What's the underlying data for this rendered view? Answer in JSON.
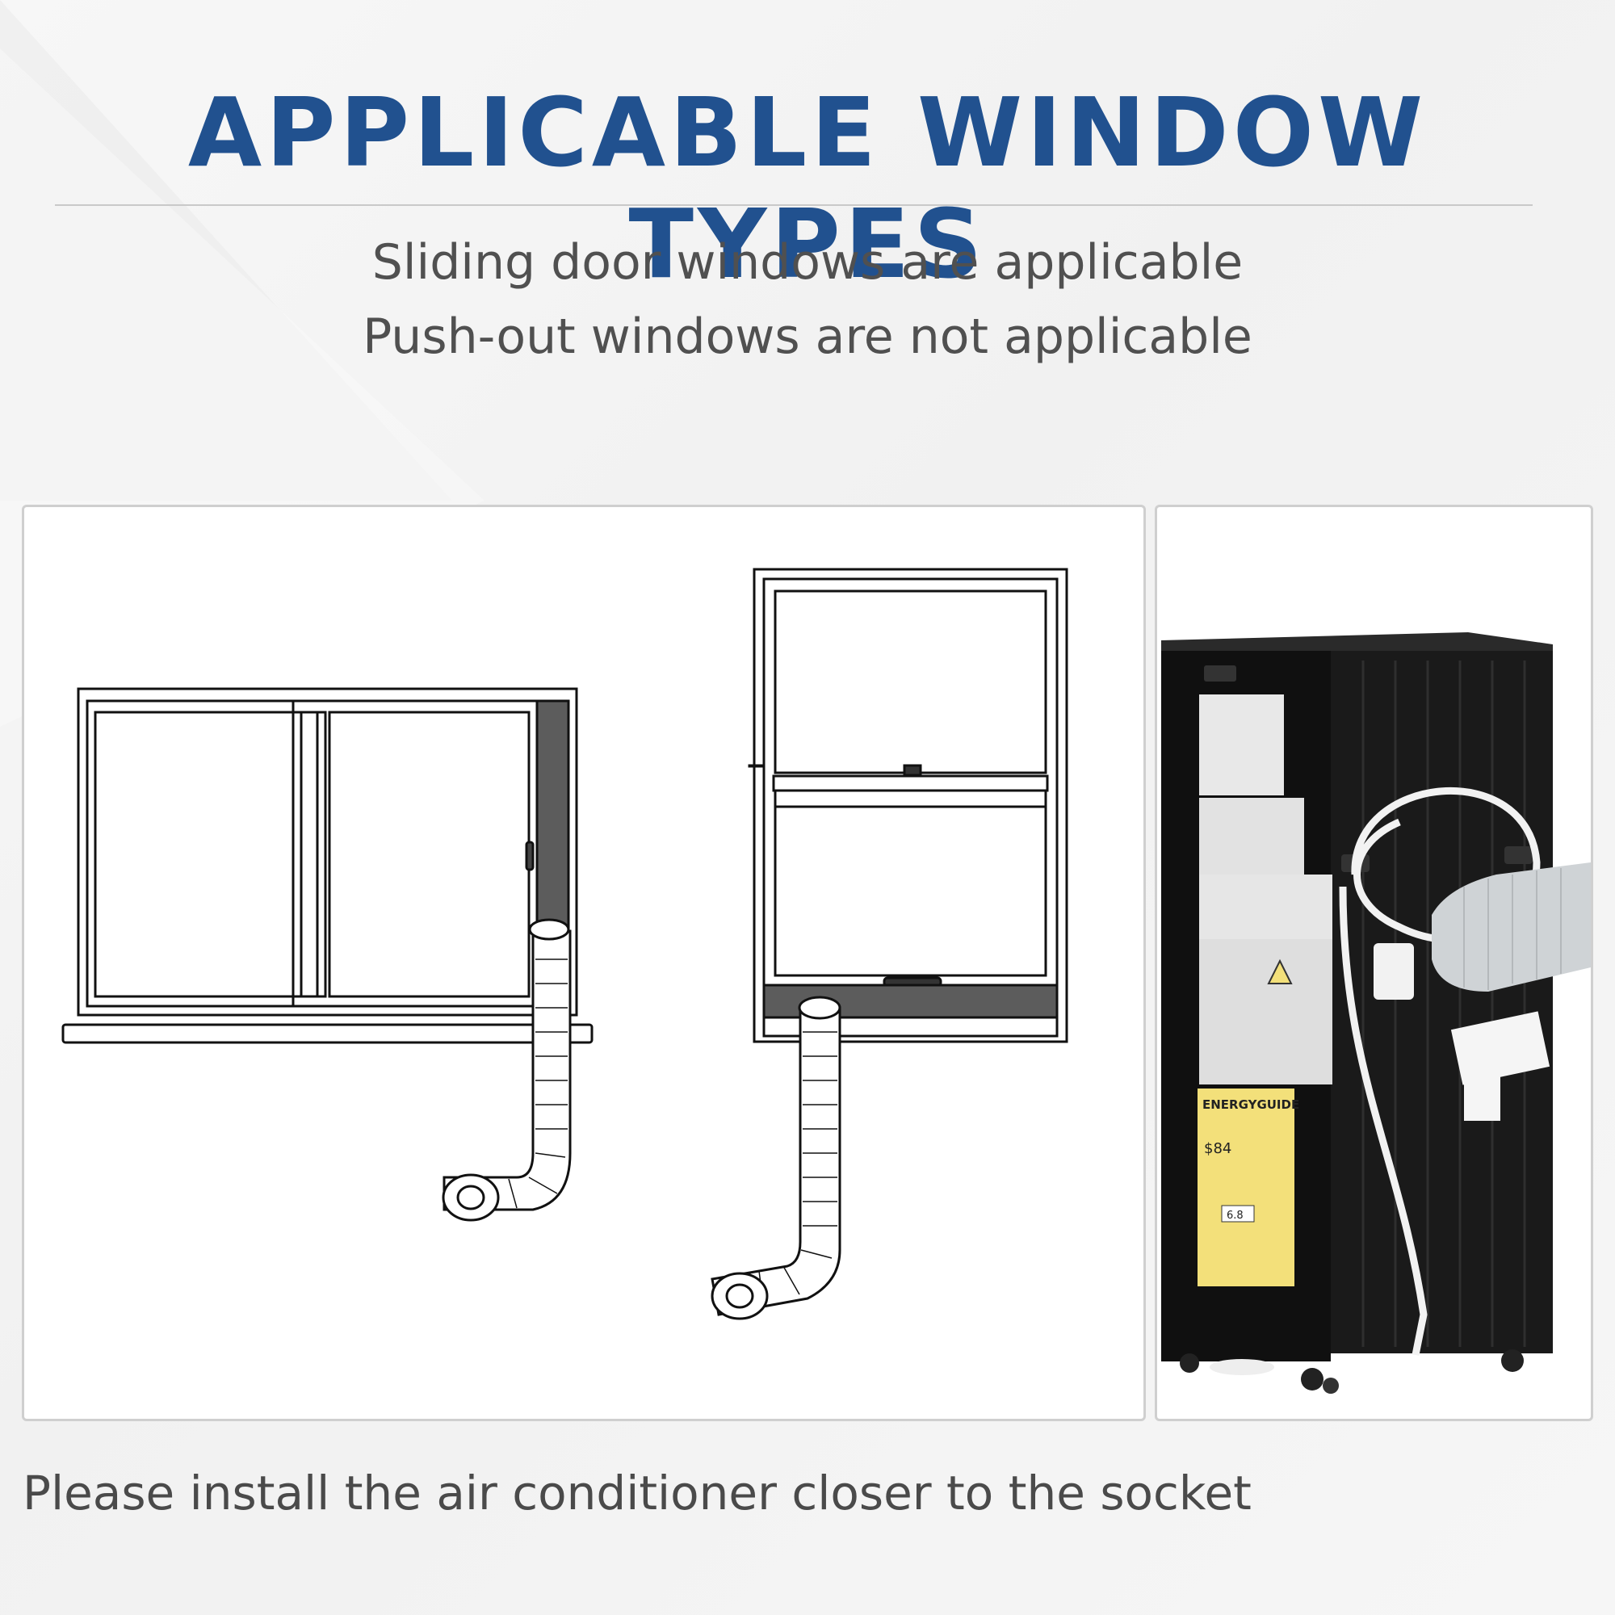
{
  "title": "APPLICABLE WINDOW TYPES",
  "subtitle_line1": "Sliding door windows are applicable",
  "subtitle_line2": "Push-out windows are not applicable",
  "footer_note": "Please install the air conditioner closer to the socket",
  "label_brand": "ENERGYGUIDE",
  "label_cost": "$84",
  "label_rating": "6.8",
  "colors": {
    "title_blue": "#21518f",
    "text_gray": "#505050",
    "panel_border": "#cfcfcf",
    "unit_body": "#141414",
    "label_yellow": "#f3e07a"
  }
}
